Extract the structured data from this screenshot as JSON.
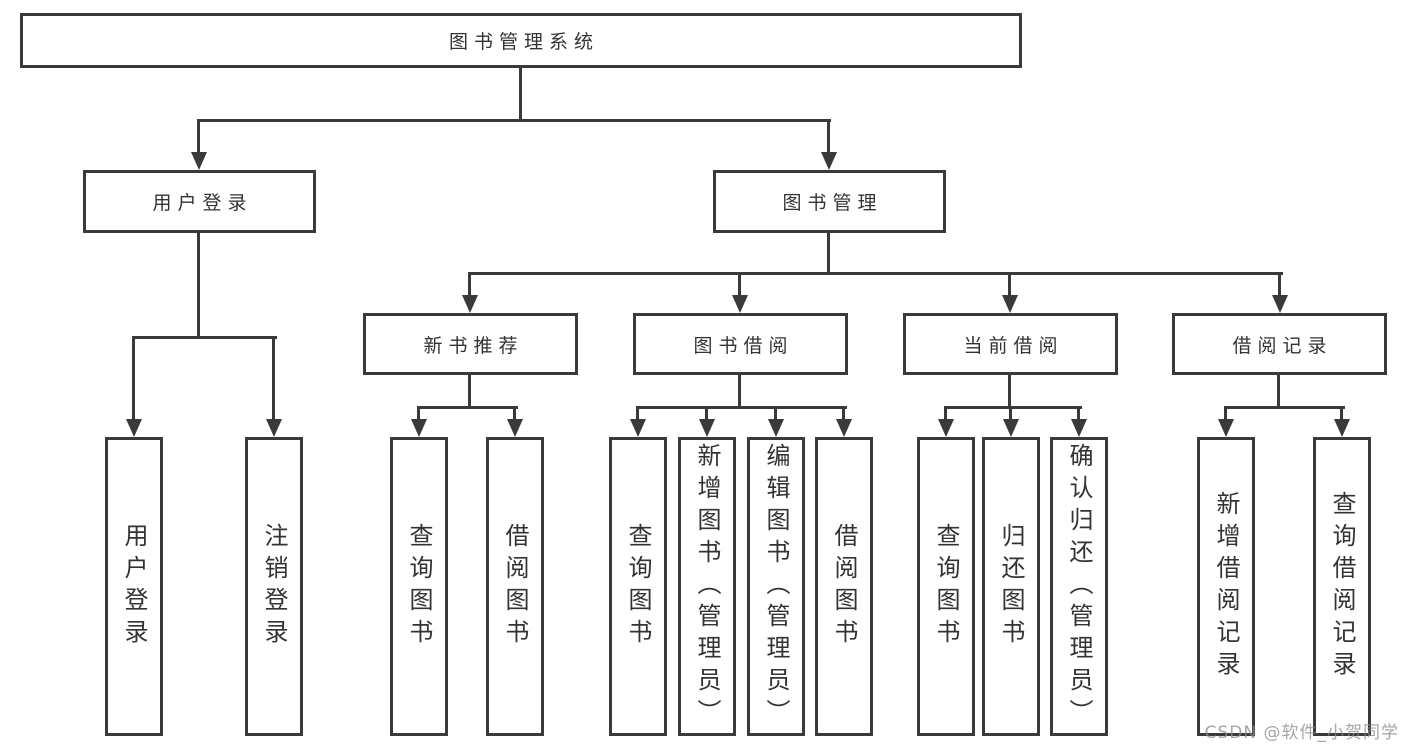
{
  "diagram": {
    "root": {
      "label": "图书管理系统"
    },
    "level2": [
      {
        "id": "user-login",
        "label": "用户登录"
      },
      {
        "id": "book-management",
        "label": "图书管理"
      }
    ],
    "level3": [
      {
        "id": "new-book-recommendation",
        "label": "新书推荐"
      },
      {
        "id": "book-borrowing",
        "label": "图书借阅"
      },
      {
        "id": "current-borrowing",
        "label": "当前借阅"
      },
      {
        "id": "borrowing-records",
        "label": "借阅记录"
      }
    ],
    "leaves": [
      {
        "label": "用户登录"
      },
      {
        "label": "注销登录"
      },
      {
        "label": "查询图书"
      },
      {
        "label": "借阅图书"
      },
      {
        "label": "查询图书"
      },
      {
        "label": "新增图书（管理员）"
      },
      {
        "label": "编辑图书（管理员）"
      },
      {
        "label": "借阅图书"
      },
      {
        "label": "查询图书"
      },
      {
        "label": "归还图书"
      },
      {
        "label": "确认归还（管理员）"
      },
      {
        "label": "新增借阅记录"
      },
      {
        "label": "查询借阅记录"
      }
    ]
  },
  "watermark": "CSDN @软件_小贺同学",
  "colors": {
    "line": "#3a3a3a",
    "text": "#333333",
    "background": "#ffffff",
    "watermark": "#8c8c8c"
  }
}
